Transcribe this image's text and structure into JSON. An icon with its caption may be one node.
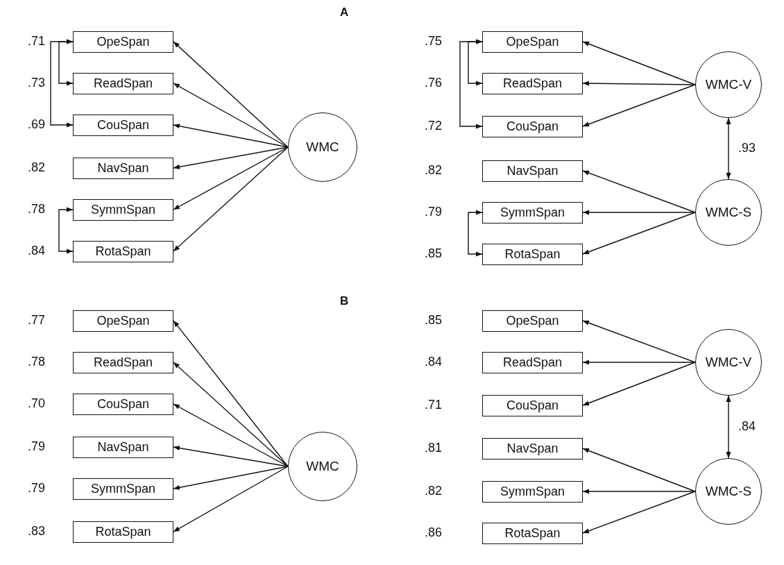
{
  "diagram": {
    "nodes": [
      {
        "text": [
          "OpeSpan"
        ],
        "beside": [
          ".71"
        ]
      },
      {
        "text": [
          "ReadSpan"
        ],
        "beside": [
          ".73"
        ]
      },
      {
        "text": [
          "CouSpan"
        ],
        "beside": [
          ".69"
        ]
      },
      {
        "text": [
          "NavSpan"
        ],
        "beside": [
          ".82"
        ]
      },
      {
        "text": [
          "SymmSpan"
        ],
        "beside": [
          ".78"
        ]
      },
      {
        "text": [
          "RotaSpan"
        ],
        "beside": [
          ".84"
        ]
      },
      {
        "text": [
          "WMC"
        ]
      },
      {
        "text": [
          "OpeSpan"
        ],
        "beside": [
          ".75"
        ]
      },
      {
        "text": [
          "ReadSpan"
        ],
        "beside": [
          ".76"
        ]
      },
      {
        "text": [
          "CouSpan"
        ],
        "beside": [
          ".72"
        ]
      },
      {
        "text": [
          "NavSpan"
        ],
        "beside": [
          ".82"
        ]
      },
      {
        "text": [
          "SymmSpan"
        ],
        "beside": [
          ".79"
        ]
      },
      {
        "text": [
          "RotaSpan"
        ],
        "beside": [
          ".85"
        ]
      },
      {
        "text": [
          "WMC-V"
        ]
      },
      {
        "text": [
          "WMC-S"
        ]
      },
      {
        "text": [
          "OpeSpan"
        ],
        "beside": [
          ".77"
        ]
      },
      {
        "text": [
          "ReadSpan"
        ],
        "beside": [
          ".78"
        ]
      },
      {
        "text": [
          "CouSpan"
        ],
        "beside": [
          ".70"
        ]
      },
      {
        "text": [
          "NavSpan"
        ],
        "beside": [
          ".79"
        ]
      },
      {
        "text": [
          "SymmSpan"
        ],
        "beside": [
          ".79"
        ]
      },
      {
        "text": [
          "RotaSpan"
        ],
        "beside": [
          ".83"
        ]
      },
      {
        "text": [
          "WMC"
        ]
      },
      {
        "text": [
          "OpeSpan"
        ],
        "beside": [
          ".85"
        ]
      },
      {
        "text": [
          "ReadSpan"
        ],
        "beside": [
          ".84"
        ]
      },
      {
        "text": [
          "CouSpan"
        ],
        "beside": [
          ".71"
        ]
      },
      {
        "text": [
          "NavSpan"
        ],
        "beside": [
          ".81"
        ]
      },
      {
        "text": [
          "SymmSpan"
        ],
        "beside": [
          ".82"
        ]
      },
      {
        "text": [
          "RotaSpan"
        ],
        "beside": [
          ".86"
        ]
      },
      {
        "text": [
          "WMC-V"
        ]
      },
      {
        "text": [
          "WMC-S"
        ]
      }
    ],
    "edges": [
      {
        "from": 6,
        "to": 0,
        "arrow": "to"
      },
      {
        "from": 6,
        "to": 1,
        "arrow": "to"
      },
      {
        "from": 6,
        "to": 2,
        "arrow": "to"
      },
      {
        "from": 6,
        "to": 3,
        "arrow": "to"
      },
      {
        "from": 6,
        "to": 4,
        "arrow": "to"
      },
      {
        "from": 6,
        "to": 5,
        "arrow": "to"
      },
      {
        "from": 0,
        "to": 1,
        "arrow": "both"
      },
      {
        "from": 0,
        "to": 2,
        "arrow": "both"
      },
      {
        "from": 4,
        "to": 5,
        "arrow": "both"
      },
      {
        "from": 13,
        "to": 7,
        "arrow": "to"
      },
      {
        "from": 13,
        "to": 8,
        "arrow": "to"
      },
      {
        "from": 13,
        "to": 9,
        "arrow": "to"
      },
      {
        "from": 14,
        "to": 10,
        "arrow": "to"
      },
      {
        "from": 14,
        "to": 11,
        "arrow": "to"
      },
      {
        "from": 14,
        "to": 12,
        "arrow": "to"
      },
      {
        "from": 13,
        "to": 14,
        "arrow": "both",
        "label": ".93"
      },
      {
        "from": 7,
        "to": 8,
        "arrow": "both"
      },
      {
        "from": 7,
        "to": 9,
        "arrow": "both"
      },
      {
        "from": 11,
        "to": 12,
        "arrow": "both"
      },
      {
        "from": 21,
        "to": 15,
        "arrow": "to"
      },
      {
        "from": 21,
        "to": 16,
        "arrow": "to"
      },
      {
        "from": 21,
        "to": 17,
        "arrow": "to"
      },
      {
        "from": 21,
        "to": 18,
        "arrow": "to"
      },
      {
        "from": 21,
        "to": 19,
        "arrow": "to"
      },
      {
        "from": 21,
        "to": 20,
        "arrow": "to"
      },
      {
        "from": 28,
        "to": 22,
        "arrow": "to"
      },
      {
        "from": 28,
        "to": 23,
        "arrow": "to"
      },
      {
        "from": 28,
        "to": 24,
        "arrow": "to"
      },
      {
        "from": 29,
        "to": 25,
        "arrow": "to"
      },
      {
        "from": 29,
        "to": 26,
        "arrow": "to"
      },
      {
        "from": 29,
        "to": 27,
        "arrow": "to"
      },
      {
        "from": 28,
        "to": 29,
        "arrow": "both",
        "label": ".84"
      }
    ],
    "labels": [
      "A",
      "B"
    ]
  }
}
